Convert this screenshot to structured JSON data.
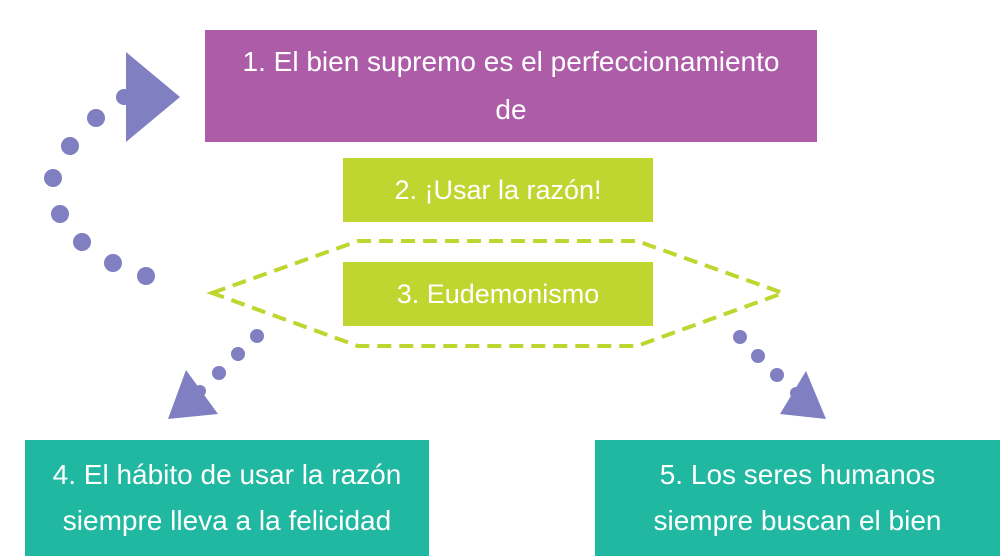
{
  "colors": {
    "box1_fill": "#ad5ca7",
    "box2_fill": "#bfd530",
    "box3_fill": "#bfd530",
    "box4_fill": "#20b8a0",
    "box5_fill": "#20b8a0",
    "arrow_color": "#7f7fc1",
    "dashed_outline": "#bfd530",
    "text_color": "#ffffff"
  },
  "boxes": {
    "box1": {
      "text": "1. El bien supremo es el perfeccionamiento de"
    },
    "box2": {
      "text": "2. ¡Usar la razón!"
    },
    "box3": {
      "text": "3. Eudemonismo"
    },
    "box4": {
      "line1": "4. El hábito de usar la razón",
      "line2": "siempre lleva a la felicidad"
    },
    "box5": {
      "line1": "5. Los seres humanos",
      "line2": "siempre buscan el bien"
    }
  },
  "icons": {
    "loop_arrow": "dotted-curved-arrow-icon",
    "left_arrow": "dotted-arrow-down-left-icon",
    "right_arrow": "dotted-arrow-down-right-icon",
    "hexagon": "dashed-hexagon-outline"
  }
}
